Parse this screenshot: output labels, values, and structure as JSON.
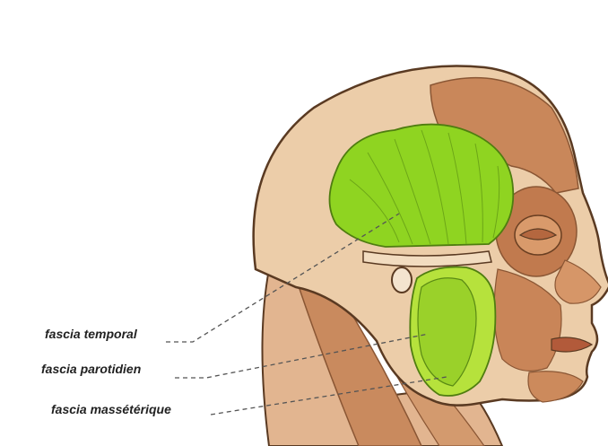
{
  "labels": {
    "temporal": "fascia temporal",
    "parotid": "fascia parotidien",
    "masseter": "fascia massétérique"
  },
  "colors": {
    "skin": "#e9c9a6",
    "muscle": "#c9875a",
    "muscle_dark": "#a9623a",
    "fascia_green": "#8fd421",
    "fascia_green_light": "#b6e23c",
    "outline": "#5a3a22",
    "leader": "#555555"
  }
}
